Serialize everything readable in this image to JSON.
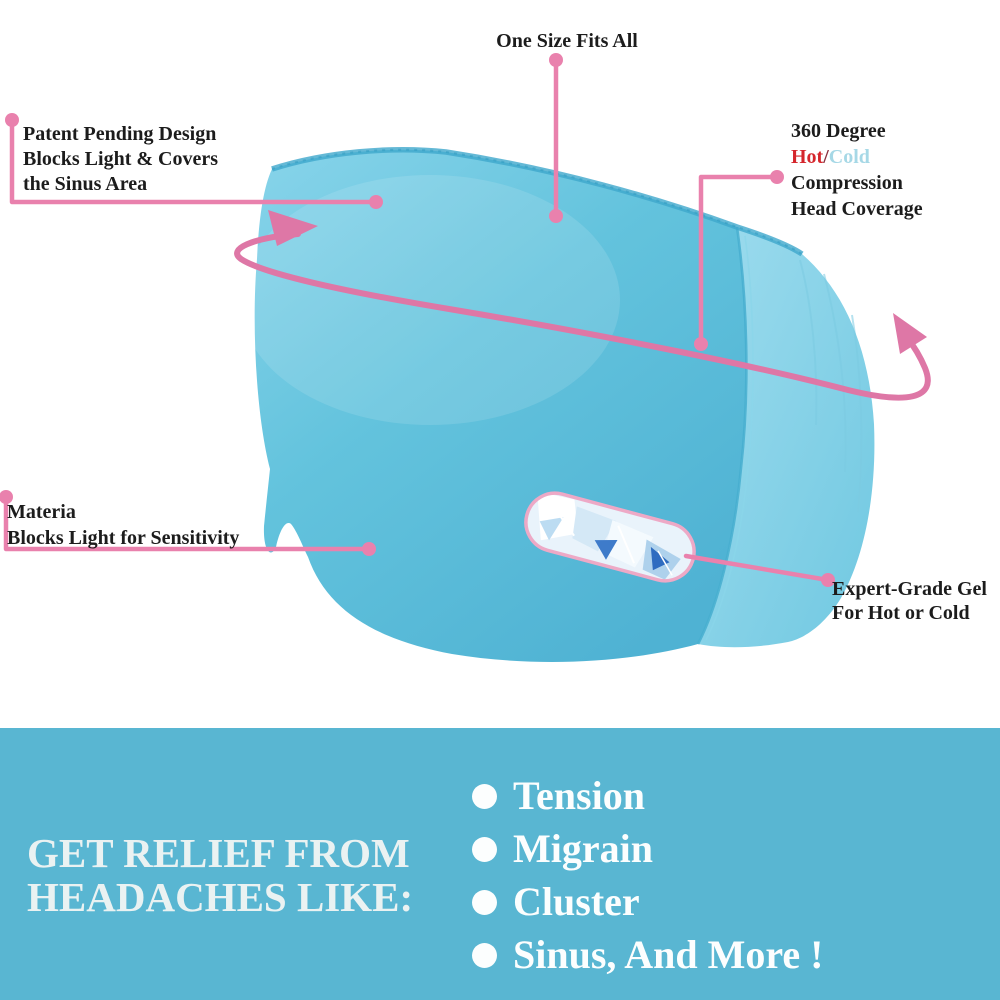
{
  "product": {
    "alt": "Blue gel headache relief compression cap"
  },
  "callouts": {
    "one_size": {
      "label": "One Size Fits All"
    },
    "patent": {
      "line1": "Patent Pending Design",
      "line2": "Blocks Light & Covers",
      "line3": "the Sinus Area"
    },
    "degree": {
      "line1": "360 Degree",
      "hot": "Hot",
      "slash": "/",
      "cold": "Cold",
      "line3": "Compression",
      "line4": "Head Coverage"
    },
    "material": {
      "line1": "Materia",
      "line2": "Blocks Light for Sensitivity"
    },
    "gel": {
      "line1": "Expert-Grade Gel",
      "line2": "For Hot or Cold"
    }
  },
  "banner": {
    "heading_line1": "GET RELIEF FROM",
    "heading_line2": "HEADACHES LIKE:",
    "items": [
      "Tension",
      "Migrain",
      "Cluster",
      "Sinus, And More !"
    ]
  },
  "colors": {
    "ink": "#1c1c1c",
    "pink": "#e981ad",
    "arrow": "#de77a6",
    "hot": "#d5262c",
    "slash": "#8b2f3e",
    "cold": "#a6d8e6",
    "banner_bg": "#59b6d2",
    "banner_text": "#eaf2f2",
    "bullet_text": "#fcfefe",
    "prod_light": "#88d4ea",
    "prod_mid": "#63c3dd",
    "prod_dark": "#4fb2d3",
    "band_light": "#9edcee",
    "band_mid": "#70c8e1",
    "trim": "#3ea8cc",
    "seam": "#46aecf",
    "ice_base": "#e9f3fb",
    "capsule_stroke": "#eda9c6"
  }
}
